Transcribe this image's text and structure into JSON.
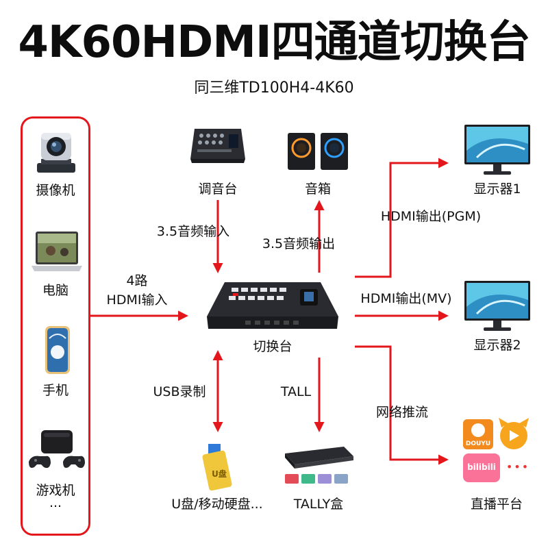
{
  "title": "4K60HDMI四通道切换台",
  "subtitle": "同三维TD100H4-4K60",
  "sources": {
    "camera": "摄像机",
    "computer": "电脑",
    "phone": "手机",
    "console": "游戏机",
    "more": "..."
  },
  "devices": {
    "mixer": "调音台",
    "speaker": "音箱",
    "switcher": "切换台",
    "monitor1": "显示器1",
    "monitor2": "显示器2",
    "usb_storage": "U盘/移动硬盘...",
    "tally_box": "TALLY盒",
    "live_platform": "直播平台"
  },
  "links": {
    "hdmi_in_count": "4路",
    "hdmi_in": "HDMI输入",
    "audio_in": "3.5音频输入",
    "audio_out": "3.5音频输出",
    "hdmi_out_pgm": "HDMI输出(PGM)",
    "hdmi_out_mv": "HDMI输出(MV)",
    "usb_record": "USB录制",
    "tally": "TALL",
    "stream": "网络推流"
  },
  "platforms": {
    "douyu": "DOUYU",
    "bilibili": "bilibili",
    "more": "•••"
  },
  "colors": {
    "arrow": "#e3161c",
    "border": "#e3161c"
  }
}
